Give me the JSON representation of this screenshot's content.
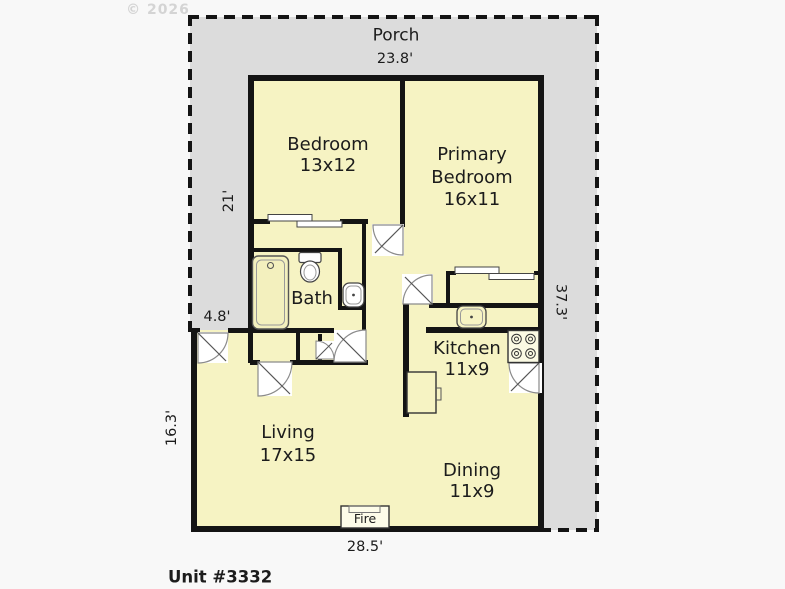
{
  "watermark": "© 2026",
  "title": "Unit #3332",
  "porch_label": "Porch",
  "fireplace_label": "Fire",
  "dimensions": {
    "porch_width": "23.8'",
    "left_upper": "21'",
    "left_mid": "4.8'",
    "left_lower": "16.3'",
    "right_side": "37.3'",
    "bottom": "28.5'"
  },
  "rooms": {
    "bedroom": {
      "name": "Bedroom",
      "size": "13x12"
    },
    "primary_bedroom": {
      "name_line1": "Primary",
      "name_line2": "Bedroom",
      "size": "16x11"
    },
    "bath": {
      "name": "Bath"
    },
    "kitchen": {
      "name": "Kitchen",
      "size": "11x9"
    },
    "living": {
      "name": "Living",
      "size": "17x15"
    },
    "dining": {
      "name": "Dining",
      "size": "11x9"
    }
  },
  "colors": {
    "unit-fill": "#f6f3c3",
    "porch-fill": "#dcdcdc",
    "wall": "#141414",
    "background": "#f8f8f8",
    "label": "#1c1c1c"
  }
}
